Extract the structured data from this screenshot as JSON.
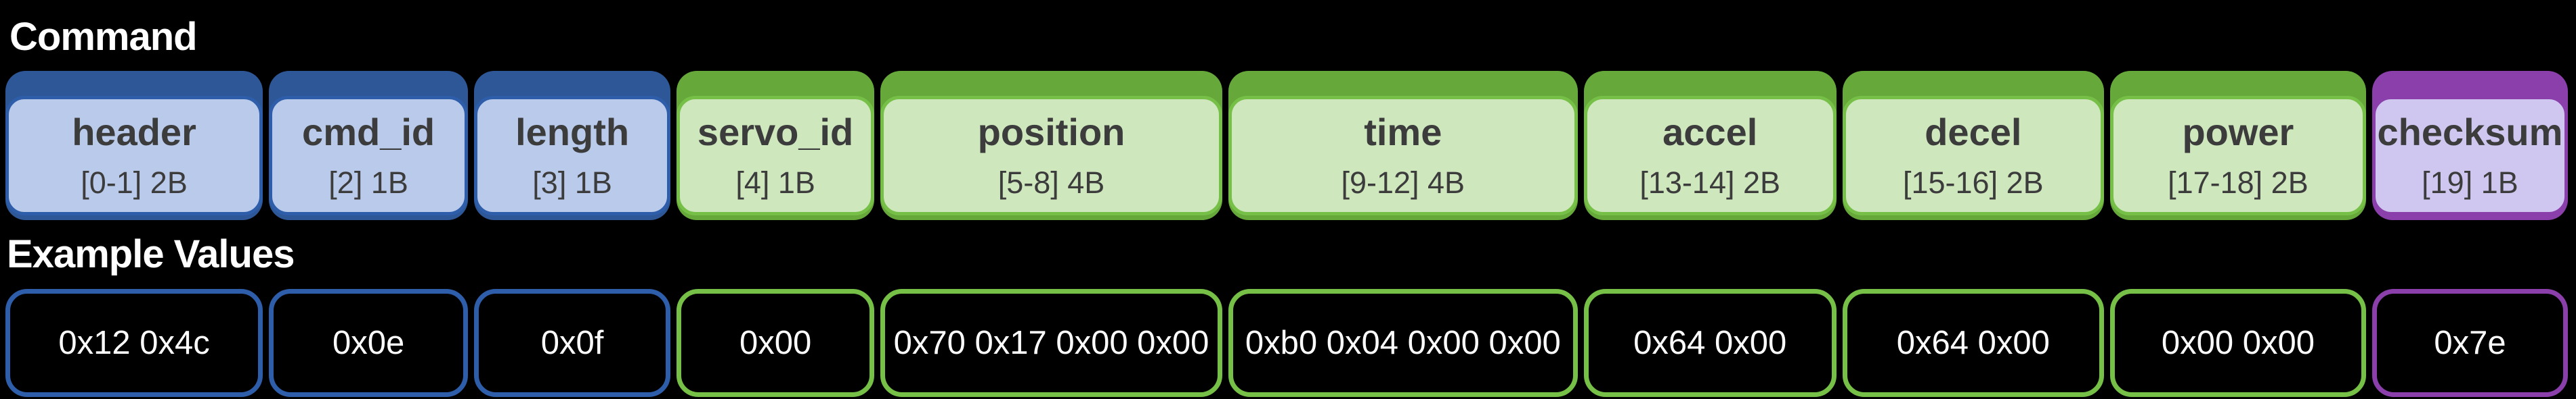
{
  "titles": {
    "command": "Command",
    "example_values": "Example Values"
  },
  "packet_fields": [
    {
      "name": "header",
      "byte_range": "[0-1] 2B",
      "example": "0x12 0x4c",
      "scheme": "blue"
    },
    {
      "name": "cmd_id",
      "byte_range": "[2] 1B",
      "example": "0x0e",
      "scheme": "blue"
    },
    {
      "name": "length",
      "byte_range": "[3] 1B",
      "example": "0x0f",
      "scheme": "blue"
    },
    {
      "name": "servo_id",
      "byte_range": "[4] 1B",
      "example": "0x00",
      "scheme": "green"
    },
    {
      "name": "position",
      "byte_range": "[5-8] 4B",
      "example": "0x70 0x17 0x00 0x00",
      "scheme": "green"
    },
    {
      "name": "time",
      "byte_range": "[9-12] 4B",
      "example": "0xb0 0x04 0x00 0x00",
      "scheme": "green"
    },
    {
      "name": "accel",
      "byte_range": "[13-14] 2B",
      "example": "0x64 0x00",
      "scheme": "green"
    },
    {
      "name": "decel",
      "byte_range": "[15-16] 2B",
      "example": "0x64 0x00",
      "scheme": "green"
    },
    {
      "name": "power",
      "byte_range": "[17-18] 2B",
      "example": "0x00 0x00",
      "scheme": "green"
    },
    {
      "name": "checksum",
      "byte_range": "[19] 1B",
      "example": "0x7e",
      "scheme": "purple"
    }
  ],
  "colors": {
    "background": "#000000",
    "title_text": "#ffffff",
    "field_text": "#3c3c3c",
    "value_text": "#ffffff",
    "schemes": {
      "blue": {
        "bar": "#2e5797",
        "fill": "#b9caea",
        "border": "#2e5da9"
      },
      "green": {
        "bar": "#66a83a",
        "fill": "#cee7bd",
        "border": "#76c048"
      },
      "purple": {
        "bar": "#8a3fab",
        "fill": "#cfc7f0",
        "border": "#8a3fab"
      }
    }
  }
}
